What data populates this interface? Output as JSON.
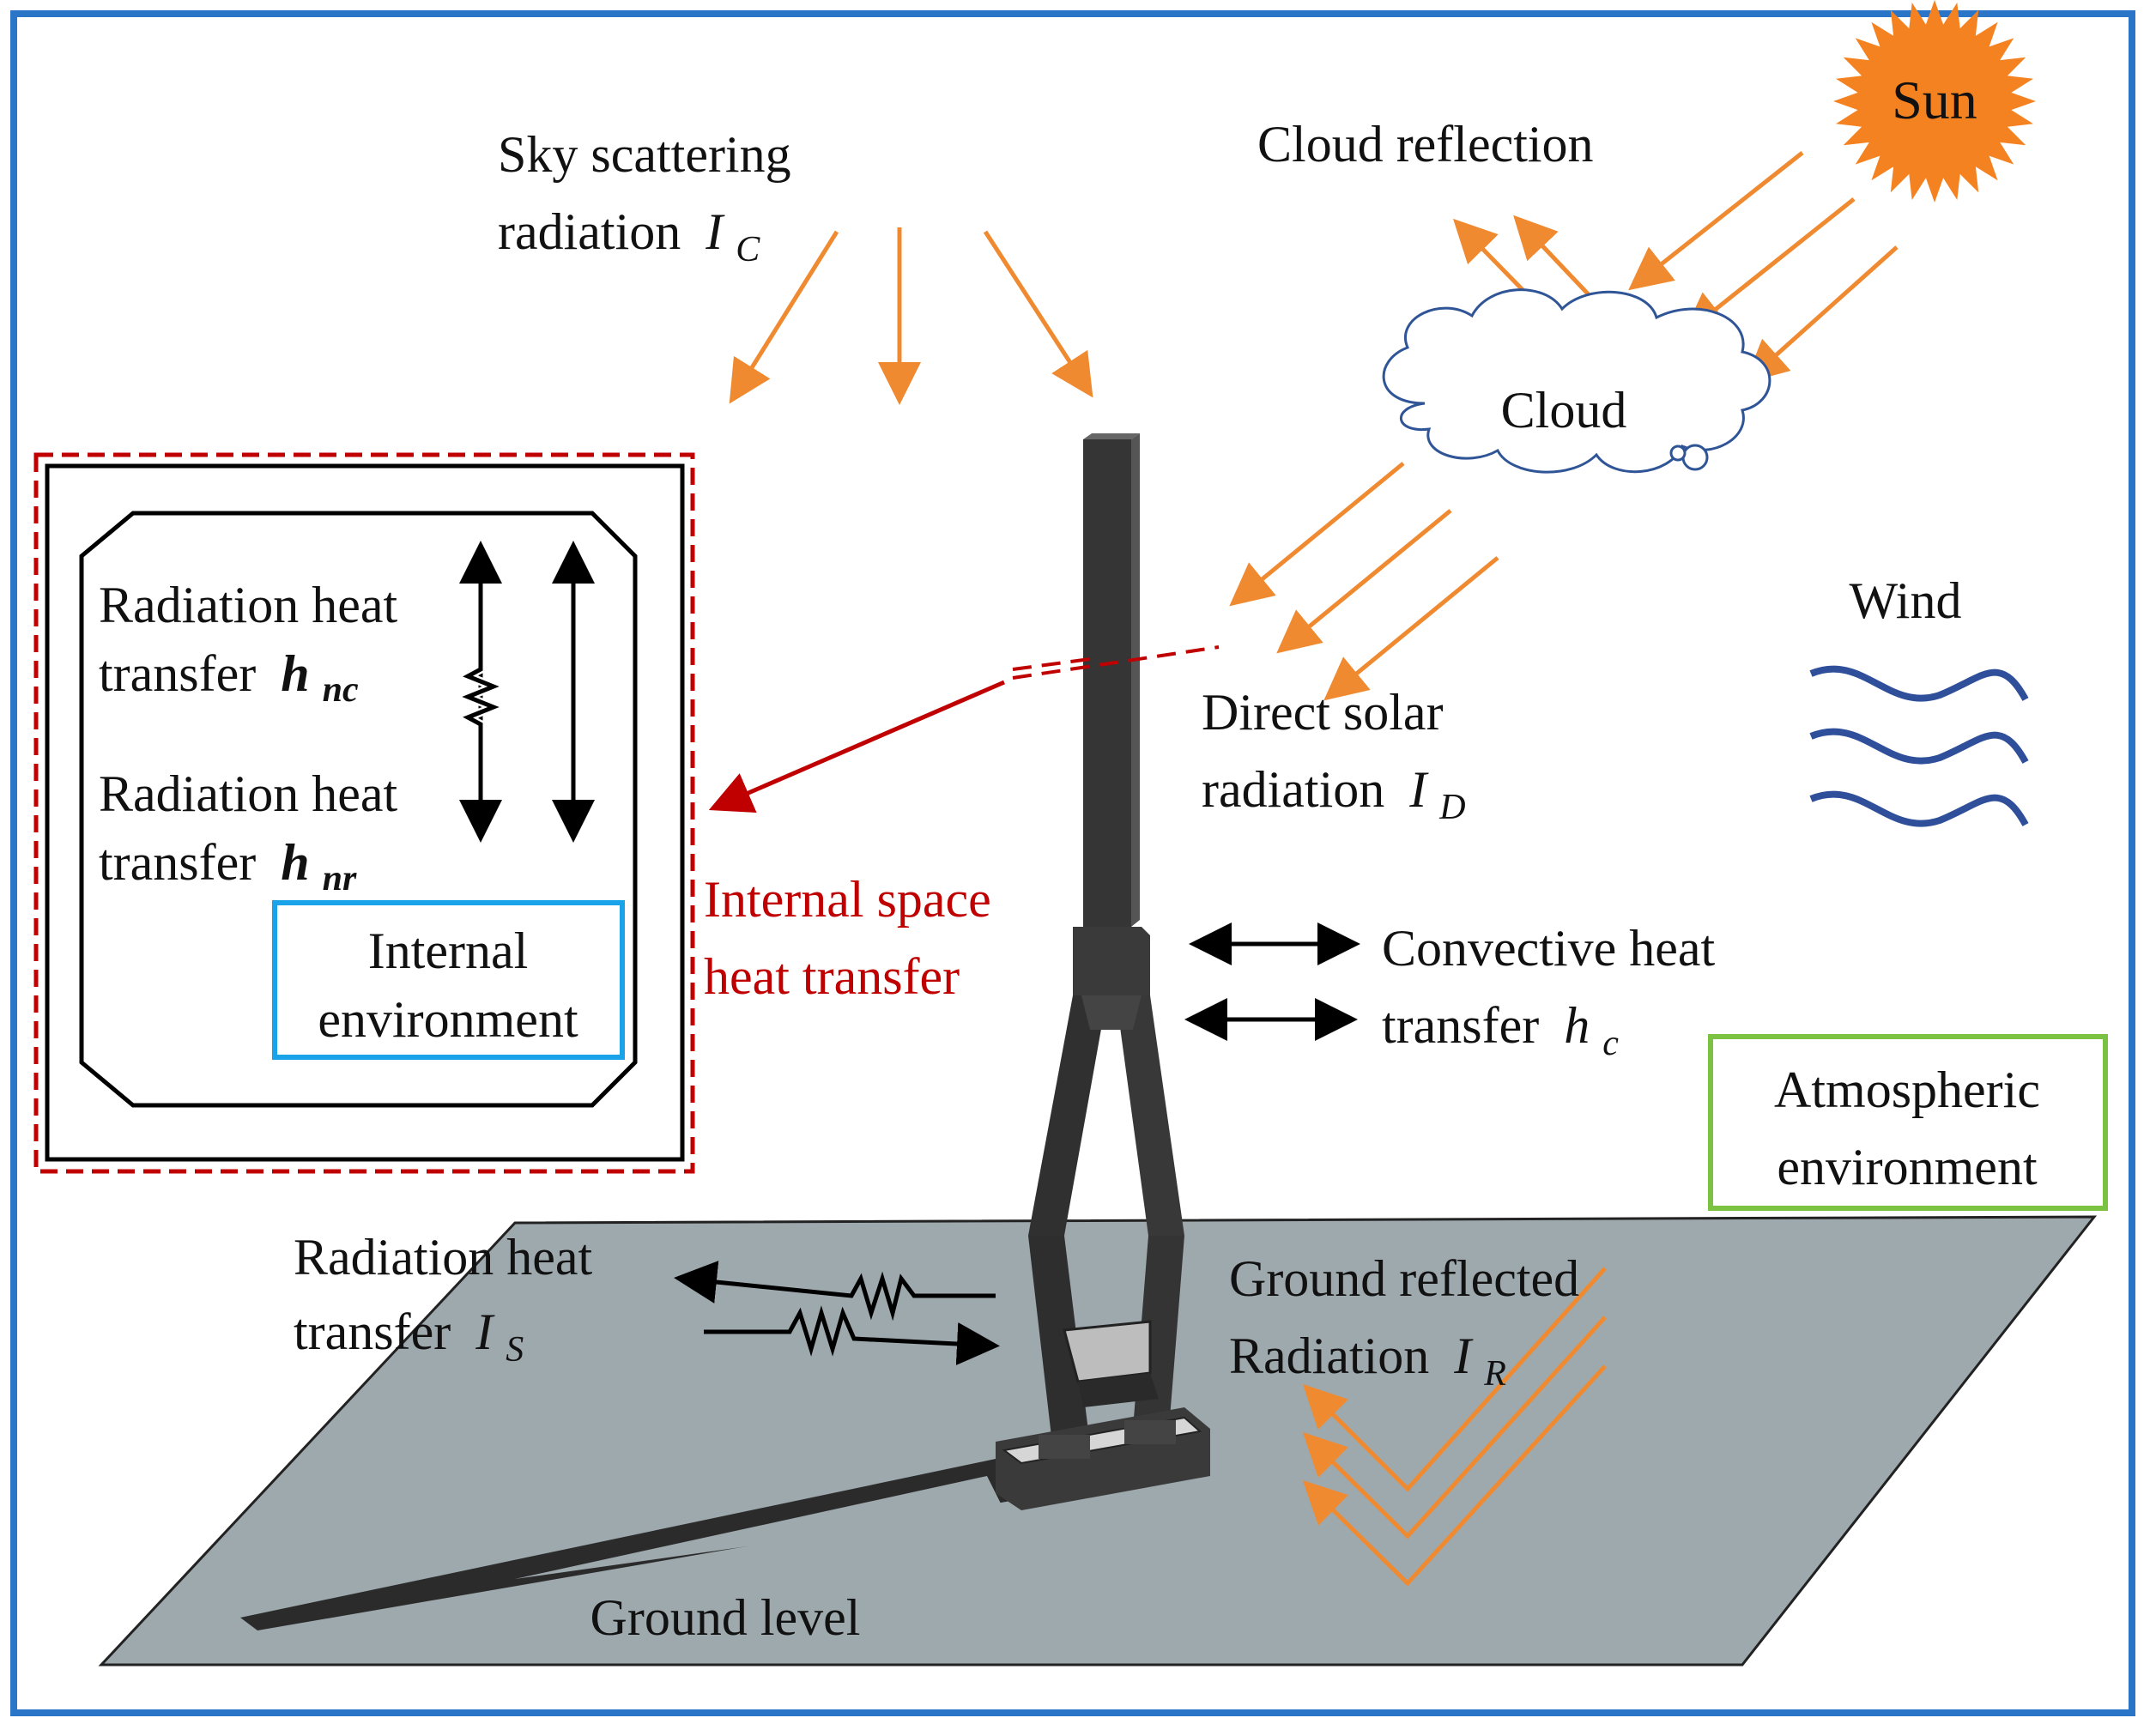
{
  "labels": {
    "sky_scattering_line1": "Sky scattering",
    "sky_scattering_line2": "radiation",
    "sky_scattering_symbol": "I",
    "sky_scattering_sub": "C",
    "cloud_reflection": "Cloud reflection",
    "sun": "Sun",
    "cloud": "Cloud",
    "wind": "Wind",
    "direct_solar_line1": "Direct solar",
    "direct_solar_line2": "radiation",
    "direct_solar_symbol": "I",
    "direct_solar_sub": "D",
    "convective_line1": "Convective heat",
    "convective_line2": "transfer",
    "convective_symbol": "h",
    "convective_sub": "c",
    "atmospheric_line1": "Atmospheric",
    "atmospheric_line2": "environment",
    "internal_space_line1": "Internal space",
    "internal_space_line2": "heat transfer",
    "radiation_nc_line1": "Radiation heat",
    "radiation_nc_line2": "transfer",
    "radiation_nc_symbol": "h",
    "radiation_nc_sub": "nc",
    "radiation_nr_line1": "Radiation heat",
    "radiation_nr_line2": "transfer",
    "radiation_nr_symbol": "h",
    "radiation_nr_sub": "nr",
    "internal_env_line1": "Internal",
    "internal_env_line2": "environment",
    "ground_radiation_line1": "Radiation heat",
    "ground_radiation_line2": "transfer",
    "ground_radiation_symbol": "I",
    "ground_radiation_sub": "S",
    "ground_reflected_line1": "Ground reflected",
    "ground_reflected_line2": "Radiation",
    "ground_reflected_symbol": "I",
    "ground_reflected_sub": "R",
    "ground_level": "Ground level"
  },
  "colors": {
    "frame": "#2a75c8",
    "solar_arrows": "#f08a30",
    "sun_fill": "#f58220",
    "cloud_stroke": "#2f5597",
    "wind": "#2f4f9a",
    "internal_red": "#c00000",
    "internal_env_box": "#1aa3e8",
    "atmospheric_box": "#7cc242",
    "ground": "#9ea9ae",
    "tower": "#3a3a3a"
  },
  "icons": {
    "sun": "sun-icon",
    "cloud": "cloud-icon",
    "wind": "wind-icon",
    "resistor": "resistor-icon"
  }
}
